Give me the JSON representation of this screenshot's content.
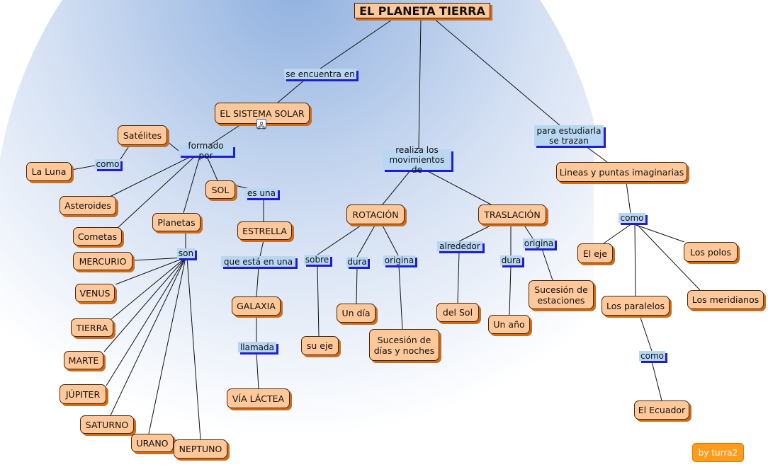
{
  "map": {
    "title": "EL PLANETA TIERRA",
    "badge": "by turra2",
    "colors": {
      "concept_fill": "#fec89a",
      "concept_shadow": "#d56a10",
      "link_fill": "#b9d7f2",
      "link_shadow": "#1d1dd6",
      "badge_fill": "#ff9a1a",
      "background_arc": "#c7d6ef"
    },
    "icons": {
      "submap": "submap-icon"
    },
    "concepts": {
      "sistema_solar": "EL SISTEMA SOLAR",
      "satelites": "Satélites",
      "la_luna": "La Luna",
      "asteroides": "Asteroides",
      "cometas": "Cometas",
      "planetas": "Planetas",
      "sol": "SOL",
      "estrella": "ESTRELLA",
      "galaxia": "GALAXIA",
      "via_lactea": "VÍA LÁCTEA",
      "mercurio": "MERCURIO",
      "venus": "VENUS",
      "tierra": "TIERRA",
      "marte": "MARTE",
      "jupiter": "JÚPITER",
      "saturno": "SATURNO",
      "urano": "URANO",
      "neptuno": "NEPTUNO",
      "rotacion": "ROTACIÓN",
      "traslacion": "TRASLACIÓN",
      "su_eje": "su eje",
      "un_dia": "Un día",
      "sucesion_dias": "Sucesión de\ndías y noches",
      "del_sol": "del Sol",
      "un_ano": "Un año",
      "sucesion_estaciones": "Sucesión de\nestaciones",
      "lineas": "Lineas y puntas imaginarias",
      "el_eje": "El eje",
      "los_polos": "Los polos",
      "los_paralelos": "Los paralelos",
      "los_meridianos": "Los meridianos",
      "el_ecuador": "El Ecuador"
    },
    "links": {
      "se_encuentra_en": "se encuentra en",
      "formado_por": "formado por",
      "como_satelites": "como",
      "es_una": "es una",
      "son": "son",
      "que_esta_en_una": "que está  en una",
      "llamada": "llamada",
      "realiza": "realiza los\nmovimientos de",
      "sobre": "sobre",
      "dura_rotacion": "dura",
      "origina_rotacion": "origina",
      "alrededor": "alrededor",
      "dura_traslacion": "dura",
      "origina_traslacion": "origina",
      "para_estudiarla": "para estudiarla\nse trazan",
      "como_lineas": "como",
      "como_paralelos": "como"
    }
  }
}
